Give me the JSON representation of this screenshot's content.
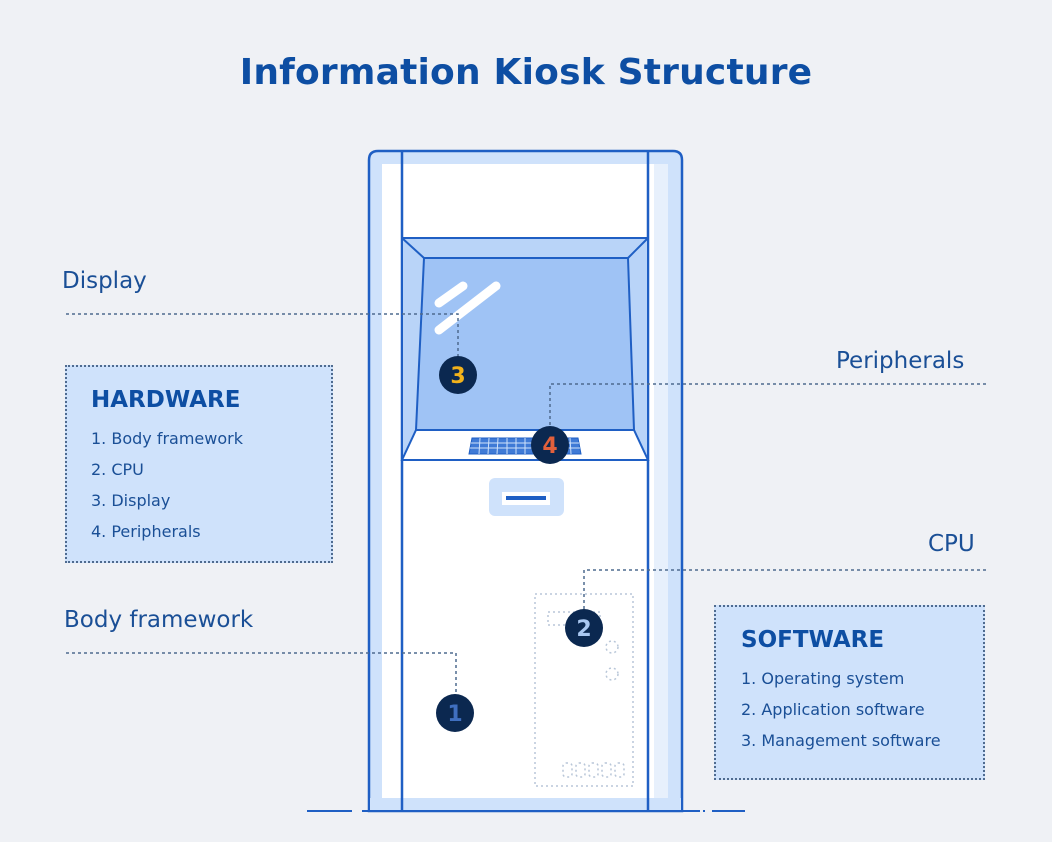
{
  "title": "Information Kiosk Structure",
  "callouts": {
    "display": "Display",
    "peripherals": "Peripherals",
    "cpu": "CPU",
    "body_framework": "Body framework"
  },
  "hardware": {
    "heading": "HARDWARE",
    "items": [
      "1. Body framework",
      "2. CPU",
      "3. Display",
      "4. Peripherals"
    ]
  },
  "software": {
    "heading": "SOFTWARE",
    "items": [
      "1. Operating system",
      "2. Application software",
      "3. Management software"
    ]
  },
  "markers": [
    {
      "number": "1",
      "part": "Body framework",
      "color": "#3f6fc0"
    },
    {
      "number": "2",
      "part": "CPU",
      "color": "#a9c7f0"
    },
    {
      "number": "3",
      "part": "Display",
      "color": "#f2b21b"
    },
    {
      "number": "4",
      "part": "Peripherals",
      "color": "#e2603c"
    }
  ],
  "colors": {
    "background": "#eff1f5",
    "primary_blue": "#0d4ea3",
    "outline_blue": "#1f5fc4",
    "light_blue": "#cfe2fb",
    "screen_blue": "#9fc3f5",
    "badge_navy": "#0b2850"
  }
}
